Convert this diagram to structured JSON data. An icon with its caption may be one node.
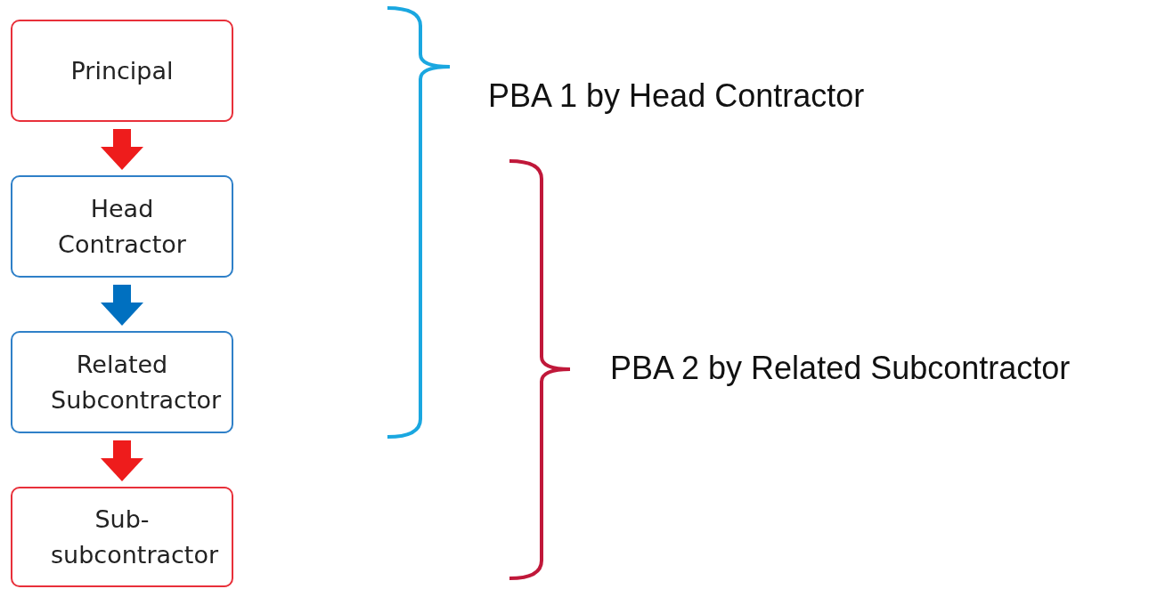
{
  "diagram": {
    "nodes": [
      {
        "text": [
          "Principal"
        ]
      },
      {
        "text": [
          "Head Contractor"
        ]
      },
      {
        "text": [
          "Related Subcontractor"
        ]
      },
      {
        "text": [
          "Sub-subcontractor"
        ]
      }
    ],
    "edges": [
      {
        "from": 0,
        "to": 1,
        "arrow": "to"
      },
      {
        "from": 1,
        "to": 2,
        "arrow": "to",
        "color": "#0070c0"
      },
      {
        "from": 2,
        "to": 3,
        "arrow": "to"
      }
    ],
    "labels": [
      "PBA 1 by Head Contractor",
      "PBA 2 by Related Subcontractor"
    ]
  }
}
